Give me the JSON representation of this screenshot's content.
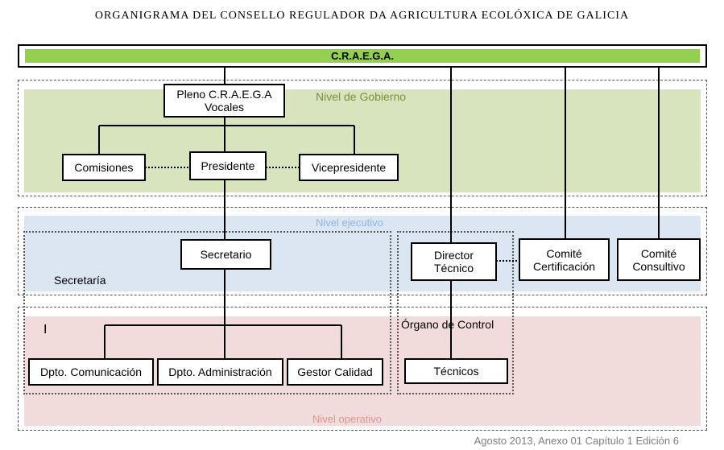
{
  "title": "ORGANIGRAMA DEL CONSELLO REGULADOR DA AGRICULTURA ECOLÓXICA DE GALICIA",
  "top_bar": {
    "label": "C.R.A.E.G.A."
  },
  "levels": {
    "gobierno": "Nivel de Gobierno",
    "ejecutivo": "Nivel ejecutivo",
    "operativo": "Nivel operativo"
  },
  "groups": {
    "secretaria": "Secretaría",
    "organo_control": "Órgano de Control",
    "cursor_mark": "I"
  },
  "nodes": {
    "pleno": "Pleno C.R.A.E.G.A\nVocales",
    "comisiones": "Comisiones",
    "presidente": "Presidente",
    "vicepresidente": "Vicepresidente",
    "secretario": "Secretario",
    "director": "Director\nTécnico",
    "comite_cert": "Comité\nCertificación",
    "comite_cons": "Comité\nConsultivo",
    "dpto_com": "Dpto. Comunicación",
    "dpto_adm": "Dpto. Administración",
    "gestor": "Gestor Calidad",
    "tecnicos": "Técnicos"
  },
  "footer": "Agosto 2013, Anexo 01 Capítulo 1 Edición 6",
  "colors": {
    "gobierno_band": "#d7e4bd",
    "gobierno_text": "#77933c",
    "ejecutivo_band": "#dce6f2",
    "ejecutivo_text": "#8eb4e3",
    "operativo_band": "#f2dcdb",
    "operativo_text": "#d99694",
    "top_bar_fill": "#92d050",
    "footer_text": "#7f7f7f"
  }
}
